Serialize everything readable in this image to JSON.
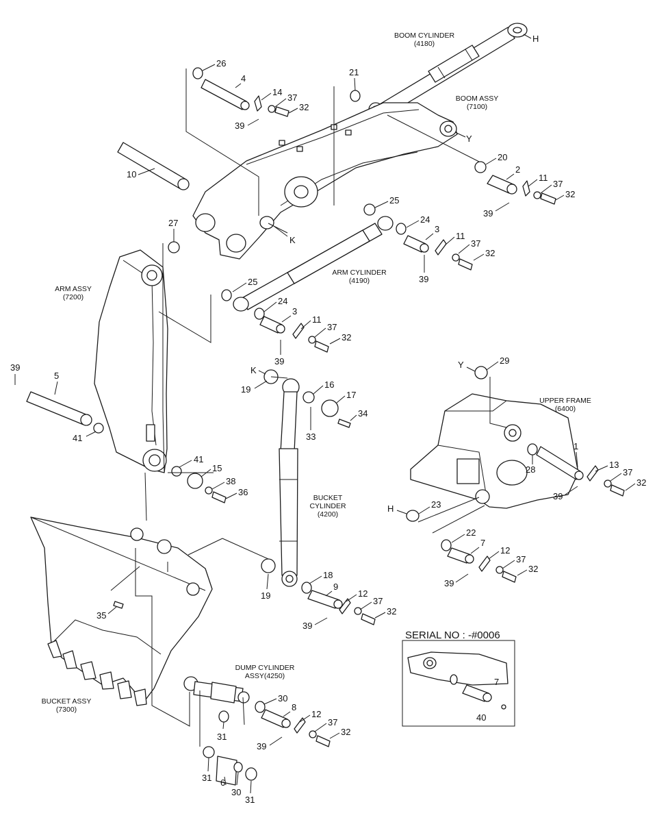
{
  "colors": {
    "ink": "#1a1a1a",
    "paper": "#ffffff"
  },
  "assemblies": {
    "boom_cylinder": [
      "BOOM CYLINDER",
      "(4180)"
    ],
    "boom_assy": [
      "BOOM ASSY",
      "(7100)"
    ],
    "arm_cylinder": [
      "ARM CYLINDER",
      "(4190)"
    ],
    "arm_assy": [
      "ARM ASSY",
      "(7200)"
    ],
    "upper_frame": [
      "UPPER FRAME",
      "(6400)"
    ],
    "bucket_cylinder": [
      "BUCKET",
      "CYLINDER",
      "(4200)"
    ],
    "dump_cylinder": [
      "DUMP CYLINDER",
      "ASSY(4250)"
    ],
    "bucket_assy": [
      "BUCKET ASSY",
      "(7300)"
    ]
  },
  "serial_box": {
    "label": "SERIAL NO : -#0006",
    "callouts": [
      "7",
      "40"
    ]
  },
  "letters": [
    "H",
    "Y",
    "K",
    "K",
    "Y",
    "H"
  ],
  "callouts": [
    "26",
    "4",
    "14",
    "37",
    "32",
    "39",
    "21",
    "20",
    "2",
    "11",
    "37",
    "32",
    "39",
    "10",
    "27",
    "25",
    "24",
    "3",
    "11",
    "37",
    "32",
    "39",
    "25",
    "24",
    "3",
    "11",
    "37",
    "32",
    "39",
    "39",
    "5",
    "41",
    "19",
    "16",
    "17",
    "33",
    "34",
    "41",
    "15",
    "38",
    "36",
    "29",
    "28",
    "1",
    "13",
    "37",
    "32",
    "39",
    "23",
    "22",
    "7",
    "12",
    "37",
    "32",
    "39",
    "19",
    "18",
    "9",
    "12",
    "37",
    "32",
    "39",
    "35",
    "30",
    "8",
    "12",
    "37",
    "32",
    "39",
    "31",
    "31",
    "6",
    "30",
    "31"
  ]
}
